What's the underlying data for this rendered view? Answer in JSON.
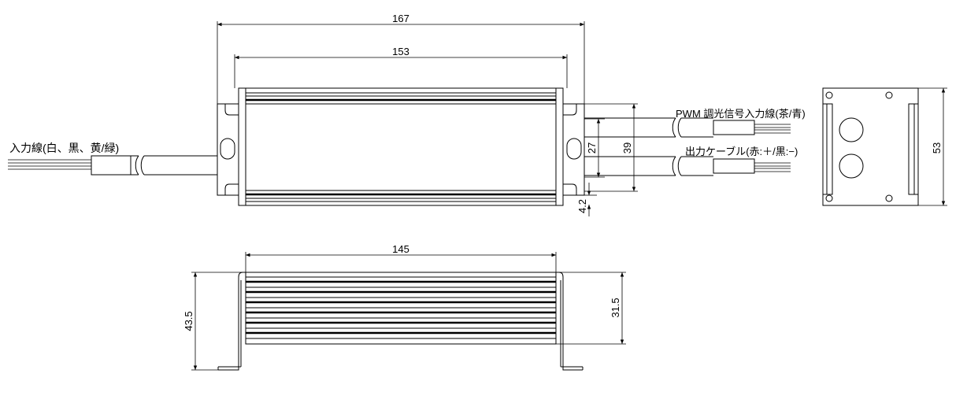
{
  "dimensions": {
    "top_overall_width": "167",
    "top_body_width": "153",
    "side_outlet_spacing": "27",
    "side_total_height": "39",
    "side_offset": "4.2",
    "bottom_length": "145",
    "bottom_overall_height": "43.5",
    "bottom_body_height": "31.5",
    "end_view_height": "53"
  },
  "labels": {
    "input_wire": "入力線(白、黒、黄/緑)",
    "pwm_wire": "PWM 調光信号入力線(茶/青)",
    "output_wire": "出力ケーブル(赤:＋/黒:−)"
  }
}
